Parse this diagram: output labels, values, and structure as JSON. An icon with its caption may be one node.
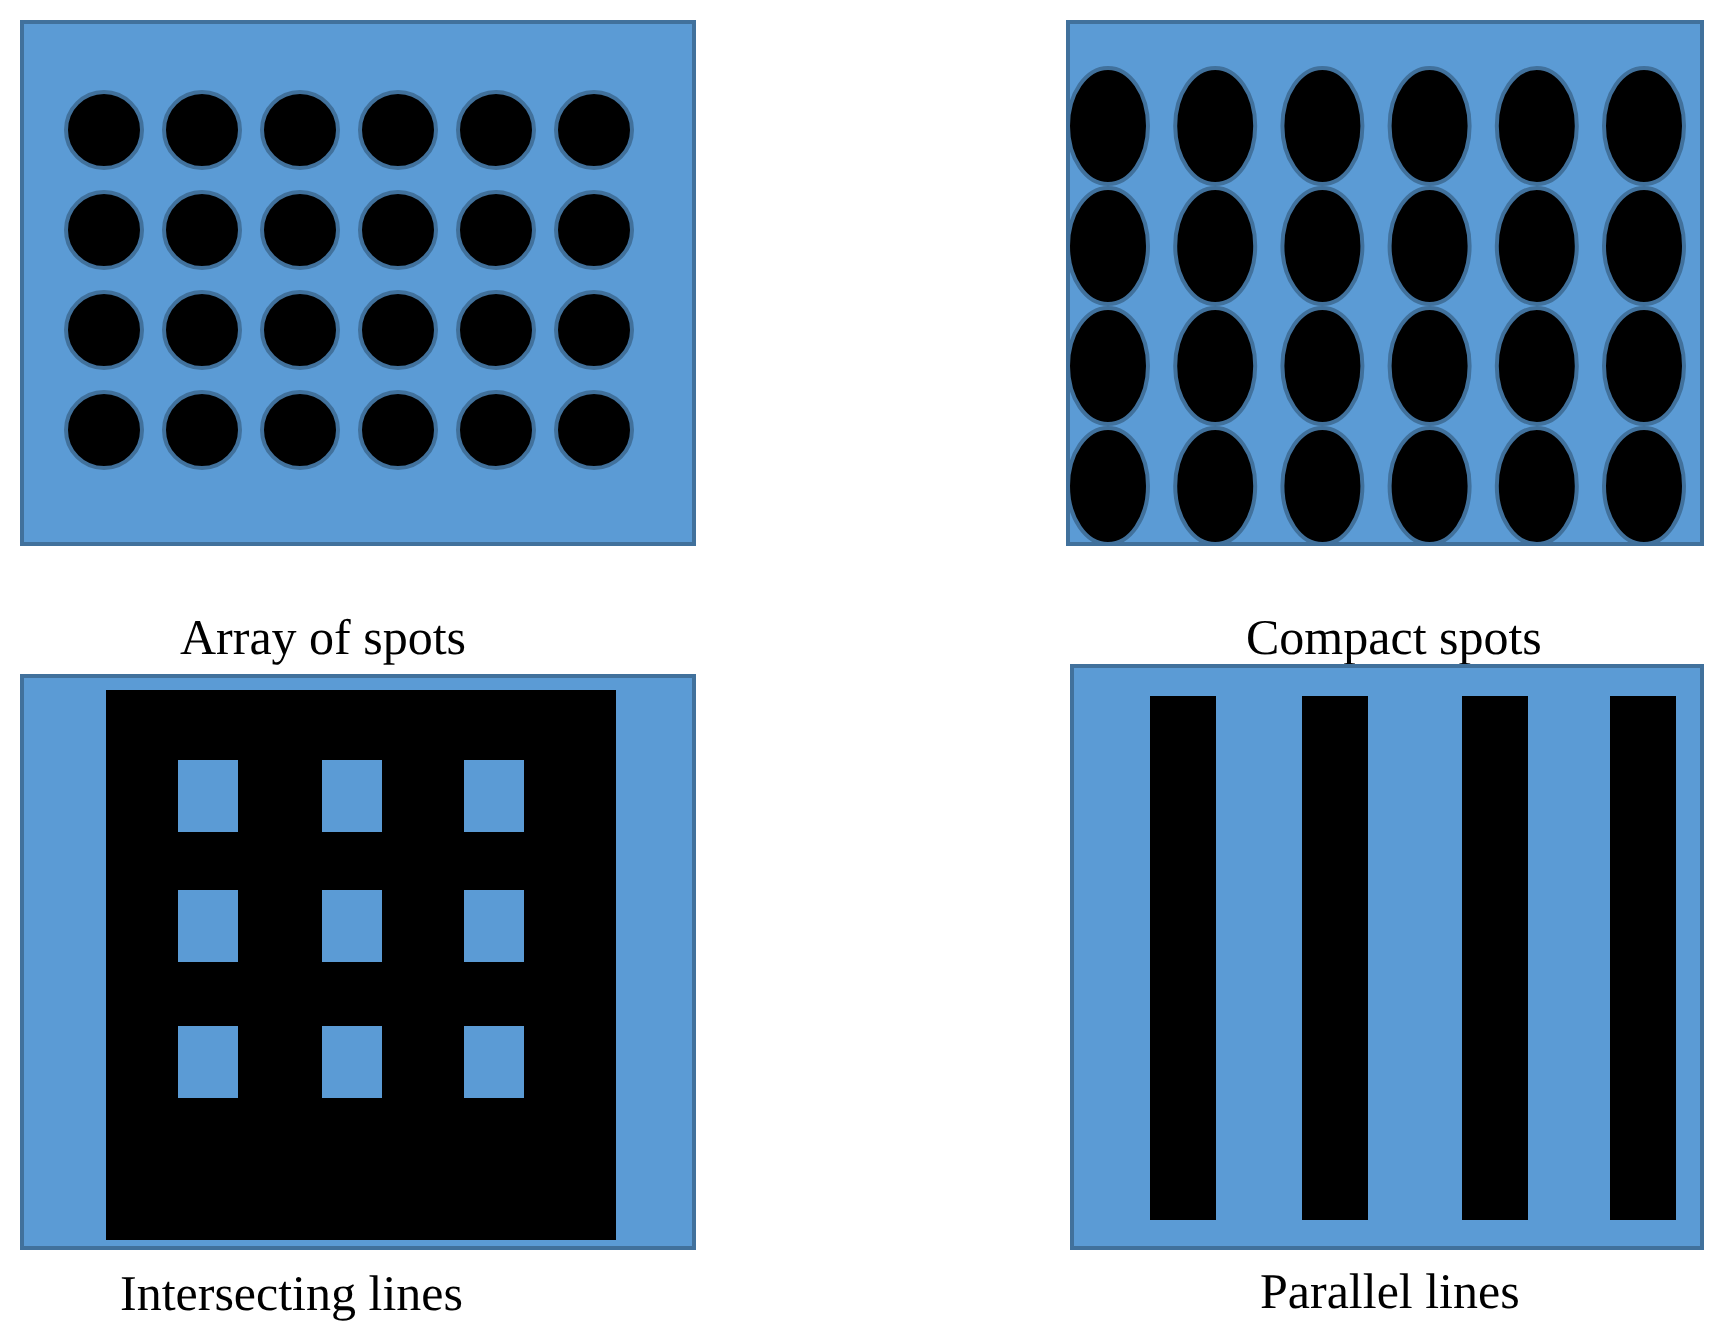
{
  "diagram": {
    "nodes": [
      {
        "text": [
          "Array of spots"
        ]
      },
      {
        "text": [
          "Compact spots"
        ]
      },
      {
        "text": [
          "Intersecting lines"
        ]
      },
      {
        "text": [
          "Parallel lines"
        ]
      }
    ]
  }
}
